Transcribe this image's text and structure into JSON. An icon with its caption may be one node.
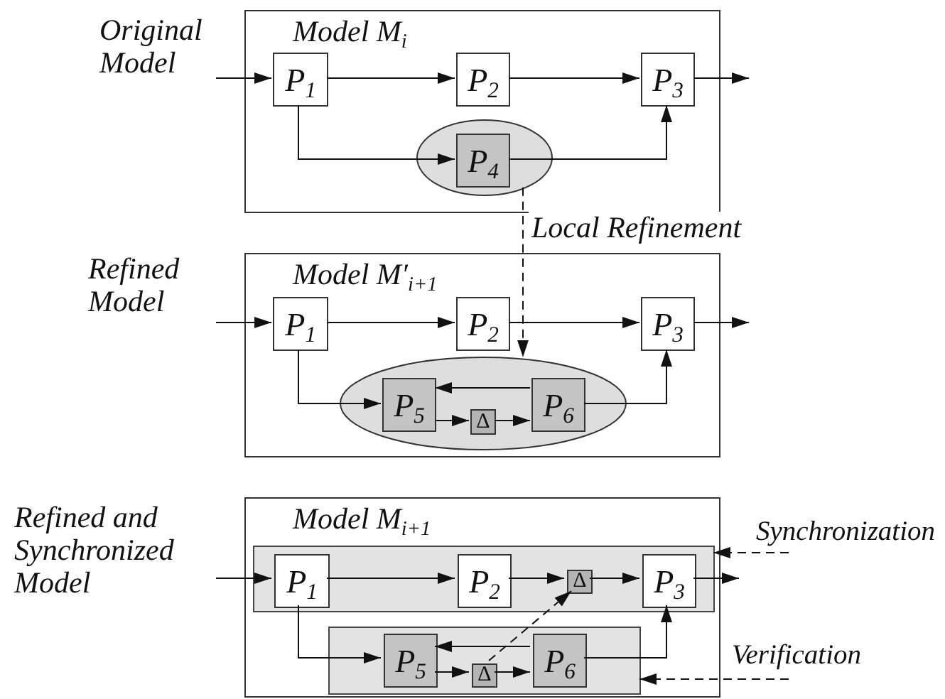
{
  "diagram": {
    "nodes": [
      {
        "text": [
          "Model M$_{i}$"
        ]
      },
      {
        "text": [
          "P$_{1}$"
        ],
        "in": 0
      },
      {
        "text": [
          "P$_{2}$"
        ],
        "in": 0
      },
      {
        "text": [
          "P$_{3}$"
        ],
        "in": 0
      },
      {
        "text": [],
        "shape": "ellipse",
        "in": 0
      },
      {
        "text": [
          "P$_{4}$"
        ],
        "in": 4
      },
      {
        "text": [
          "Model M′$_{i+1}$"
        ]
      },
      {
        "text": [
          "P$_{1}$"
        ],
        "in": 6
      },
      {
        "text": [
          "P$_{2}$"
        ],
        "in": 6
      },
      {
        "text": [
          "P$_{3}$"
        ],
        "in": 6
      },
      {
        "text": [],
        "shape": "ellipse",
        "in": 6
      },
      {
        "text": [
          "P$_{5}$"
        ],
        "in": 10
      },
      {
        "text": [
          "Δ"
        ],
        "in": 10
      },
      {
        "text": [
          "P$_{6}$"
        ],
        "in": 10
      },
      {
        "text": [
          "Model M$_{i+1}$"
        ]
      },
      {
        "text": [],
        "shape": "box",
        "in": 14
      },
      {
        "text": [
          "P$_{1}$"
        ],
        "in": 15
      },
      {
        "text": [
          "P$_{2}$"
        ],
        "in": 15
      },
      {
        "text": [
          "Δ"
        ],
        "in": 15
      },
      {
        "text": [
          "P$_{3}$"
        ],
        "in": 15
      },
      {
        "text": [],
        "shape": "box",
        "in": 14
      },
      {
        "text": [
          "P$_{5}$"
        ],
        "in": 20
      },
      {
        "text": [
          "Δ"
        ],
        "in": 20
      },
      {
        "text": [
          "P$_{6}$"
        ],
        "in": 20
      },
      {
        "text": [
          "Synchronization"
        ]
      },
      {
        "text": [
          "Verification"
        ]
      }
    ],
    "edges": [
      {
        "from": null,
        "to": 1,
        "arrow": "to"
      },
      {
        "from": 1,
        "to": 2,
        "arrow": "to"
      },
      {
        "from": 2,
        "to": 3,
        "arrow": "to"
      },
      {
        "from": 3,
        "to": null,
        "arrow": "to"
      },
      {
        "from": 1,
        "to": 5,
        "arrow": "to"
      },
      {
        "from": 5,
        "to": 3,
        "arrow": "to"
      },
      {
        "from": 4,
        "to": 10,
        "arrow": "to",
        "style": "dashed",
        "label": "Local Refinement"
      },
      {
        "from": null,
        "to": 7,
        "arrow": "to"
      },
      {
        "from": 7,
        "to": 8,
        "arrow": "to"
      },
      {
        "from": 8,
        "to": 9,
        "arrow": "to"
      },
      {
        "from": 9,
        "to": null,
        "arrow": "to"
      },
      {
        "from": 7,
        "to": 11,
        "arrow": "to"
      },
      {
        "from": 11,
        "to": 12,
        "arrow": "to"
      },
      {
        "from": 12,
        "to": 13,
        "arrow": "to"
      },
      {
        "from": 13,
        "to": 11,
        "arrow": "to"
      },
      {
        "from": 13,
        "to": 9,
        "arrow": "to"
      },
      {
        "from": null,
        "to": 16,
        "arrow": "to"
      },
      {
        "from": 16,
        "to": 17,
        "arrow": "to"
      },
      {
        "from": 17,
        "to": 18,
        "arrow": "to"
      },
      {
        "from": 18,
        "to": 19,
        "arrow": "to"
      },
      {
        "from": 19,
        "to": null,
        "arrow": "to"
      },
      {
        "from": 16,
        "to": 21,
        "arrow": "to"
      },
      {
        "from": 21,
        "to": 22,
        "arrow": "to"
      },
      {
        "from": 22,
        "to": 23,
        "arrow": "to"
      },
      {
        "from": 23,
        "to": 21,
        "arrow": "to"
      },
      {
        "from": 22,
        "to": 18,
        "arrow": "to",
        "style": "dashed"
      },
      {
        "from": 23,
        "to": 19,
        "arrow": "to"
      },
      {
        "from": 24,
        "to": 15,
        "arrow": "to",
        "style": "dashed"
      },
      {
        "from": 25,
        "to": 20,
        "arrow": "to",
        "style": "dashed"
      }
    ],
    "labels": [
      "Original Model",
      "Refined Model",
      "Refined and Synchronized Model"
    ]
  }
}
